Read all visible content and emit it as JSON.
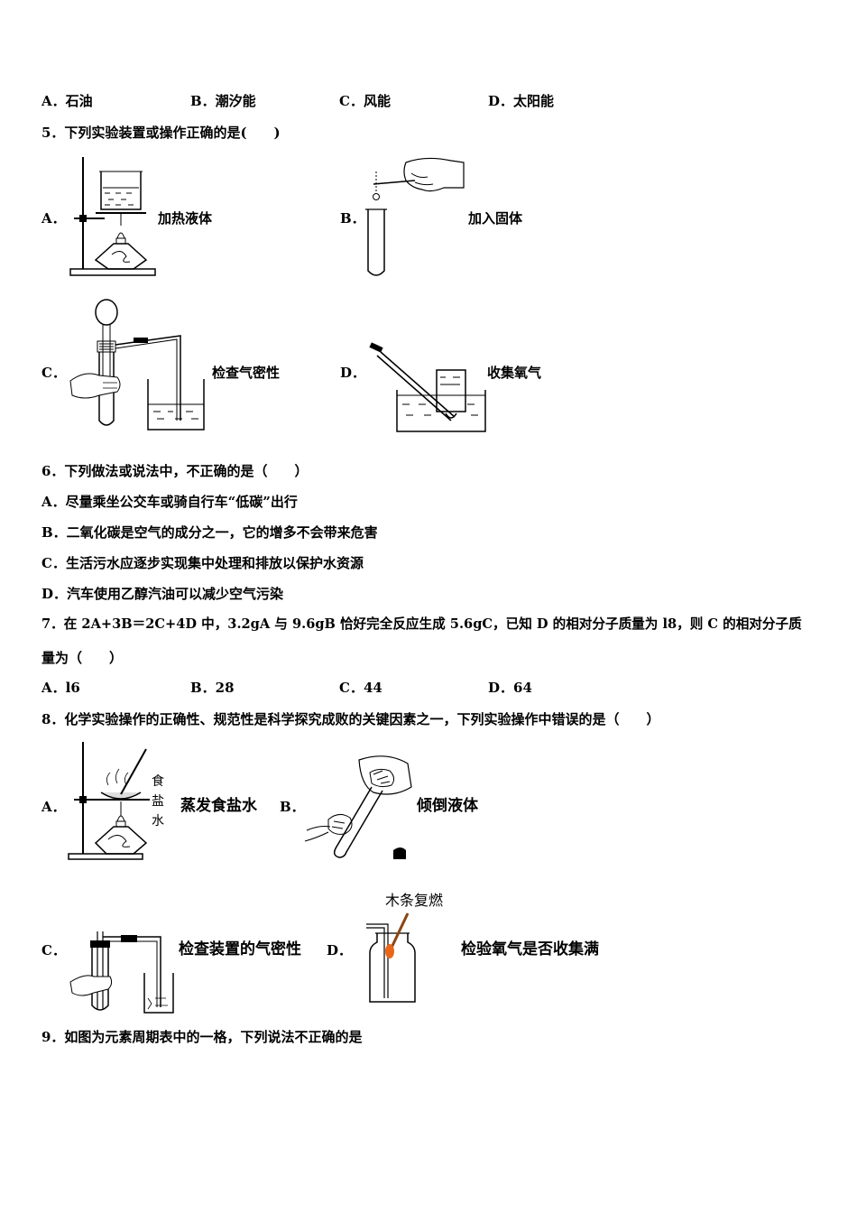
{
  "q4_options": {
    "a": "A．石油",
    "b": "B．潮汐能",
    "c": "C．风能",
    "d": "D．太阳能"
  },
  "q5": {
    "stem": "5．下列实验装置或操作正确的是(　　)",
    "a_letter": "A．",
    "a_caption": "加热液体",
    "b_letter": "B．",
    "b_caption": "加入固体",
    "c_letter": "C．",
    "c_caption": "检查气密性",
    "d_letter": "D．",
    "d_caption": "收集氧气"
  },
  "q6": {
    "stem": "6．下列做法或说法中，不正确的是（　　）",
    "a": "A．尽量乘坐公交车或骑自行车“低碳”出行",
    "b": "B．二氧化碳是空气的成分之一，它的增多不会带来危害",
    "c": "C．生活污水应逐步实现集中处理和排放以保护水资源",
    "d": "D．汽车使用乙醇汽油可以减少空气污染"
  },
  "q7": {
    "stem_line1": "7．在 2A+3B＝2C+4D 中，3.2gA 与 9.6gB 恰好完全反应生成 5.6gC，已知 D 的相对分子质量为 l8，则 C 的相对分子质",
    "stem_line2": "量为（　　）",
    "a": "A．l6",
    "b": "B．28",
    "c": "C．44",
    "d": "D．64"
  },
  "q8": {
    "stem": "8．化学实验操作的正确性、规范性是科学探究成败的关键因素之一，下列实验操作中错误的是（　　）",
    "a_letter": "A．",
    "a_caption": "蒸发食盐水",
    "a_label_1": "食",
    "a_label_2": "盐",
    "a_label_3": "水",
    "b_letter": "B．",
    "b_caption": "倾倒液体",
    "c_letter": "C．",
    "c_caption": "检查装置的气密性",
    "d_letter": "D．",
    "d_caption": "检验氧气是否收集满",
    "d_label": "木条复燃"
  },
  "q9": {
    "stem": "9．如图为元素周期表中的一格，下列说法不正确的是"
  }
}
